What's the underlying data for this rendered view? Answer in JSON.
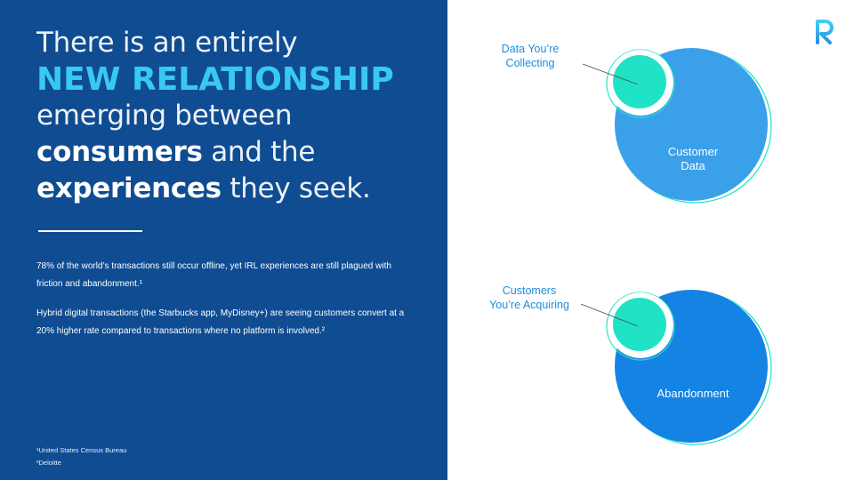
{
  "headline": {
    "line1": "There is an entirely",
    "line2": "NEW RELATIONSHIP",
    "line3": "emerging between",
    "line4_bold": "consumers",
    "line4_rest": " and the",
    "line5_bold": "experiences",
    "line5_rest": " they seek."
  },
  "body": {
    "paragraph1": "78% of the world’s transactions still occur offline, yet IRL experiences are still plagued with friction and abandonment.¹",
    "paragraph2": "Hybrid digital transactions (the Starbucks app, MyDisney+) are seeing customers convert at a 20% higher rate compared to transactions where no platform is involved.²"
  },
  "footnotes": {
    "note1": "¹United States Census Bureau",
    "note2": "²Deloitte"
  },
  "diagram_top": {
    "callout_line1": "Data You’re",
    "callout_line2": "Collecting",
    "circle_line1": "Customer",
    "circle_line2": "Data"
  },
  "diagram_bottom": {
    "callout_line1": "Customers",
    "callout_line2": "You’re Acquiring",
    "circle_label": "Abandonment"
  },
  "colors": {
    "panel": "#0f4c92",
    "accent": "#39c8f0",
    "big_circle_top": "#3aa0ea",
    "big_circle_bottom": "#1483e3",
    "small_circle": "#20e3c6",
    "callout_text": "#1a8fe0"
  },
  "logo": {
    "icon": "r-logo-icon"
  }
}
